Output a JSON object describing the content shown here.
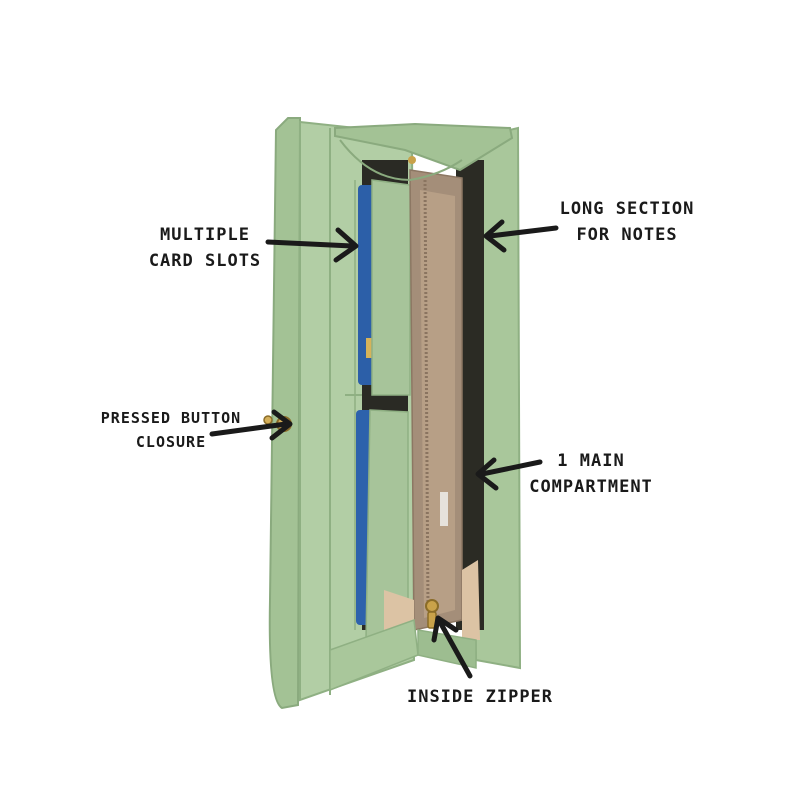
{
  "annotations": {
    "card_slots": {
      "line1": "MULTIPLE",
      "line2": "CARD SLOTS"
    },
    "long_section": {
      "line1": "LONG SECTION",
      "line2": "FOR NOTES"
    },
    "button_closure": {
      "line1": "PRESSED BUTTON",
      "line2": "CLOSURE"
    },
    "main_compartment": {
      "line1": "1 MAIN",
      "line2": "COMPARTMENT"
    },
    "zipper": {
      "line1": "INSIDE ZIPPER"
    }
  },
  "colors": {
    "wallet_green": "#a9c79b",
    "wallet_green_dark": "#8fb083",
    "lining_tan": "#b79f86",
    "lining_light": "#dcc3a4",
    "card_blue": "#2c5fa8",
    "zipper_gold": "#c9a24a",
    "text": "#1a1a1a"
  }
}
